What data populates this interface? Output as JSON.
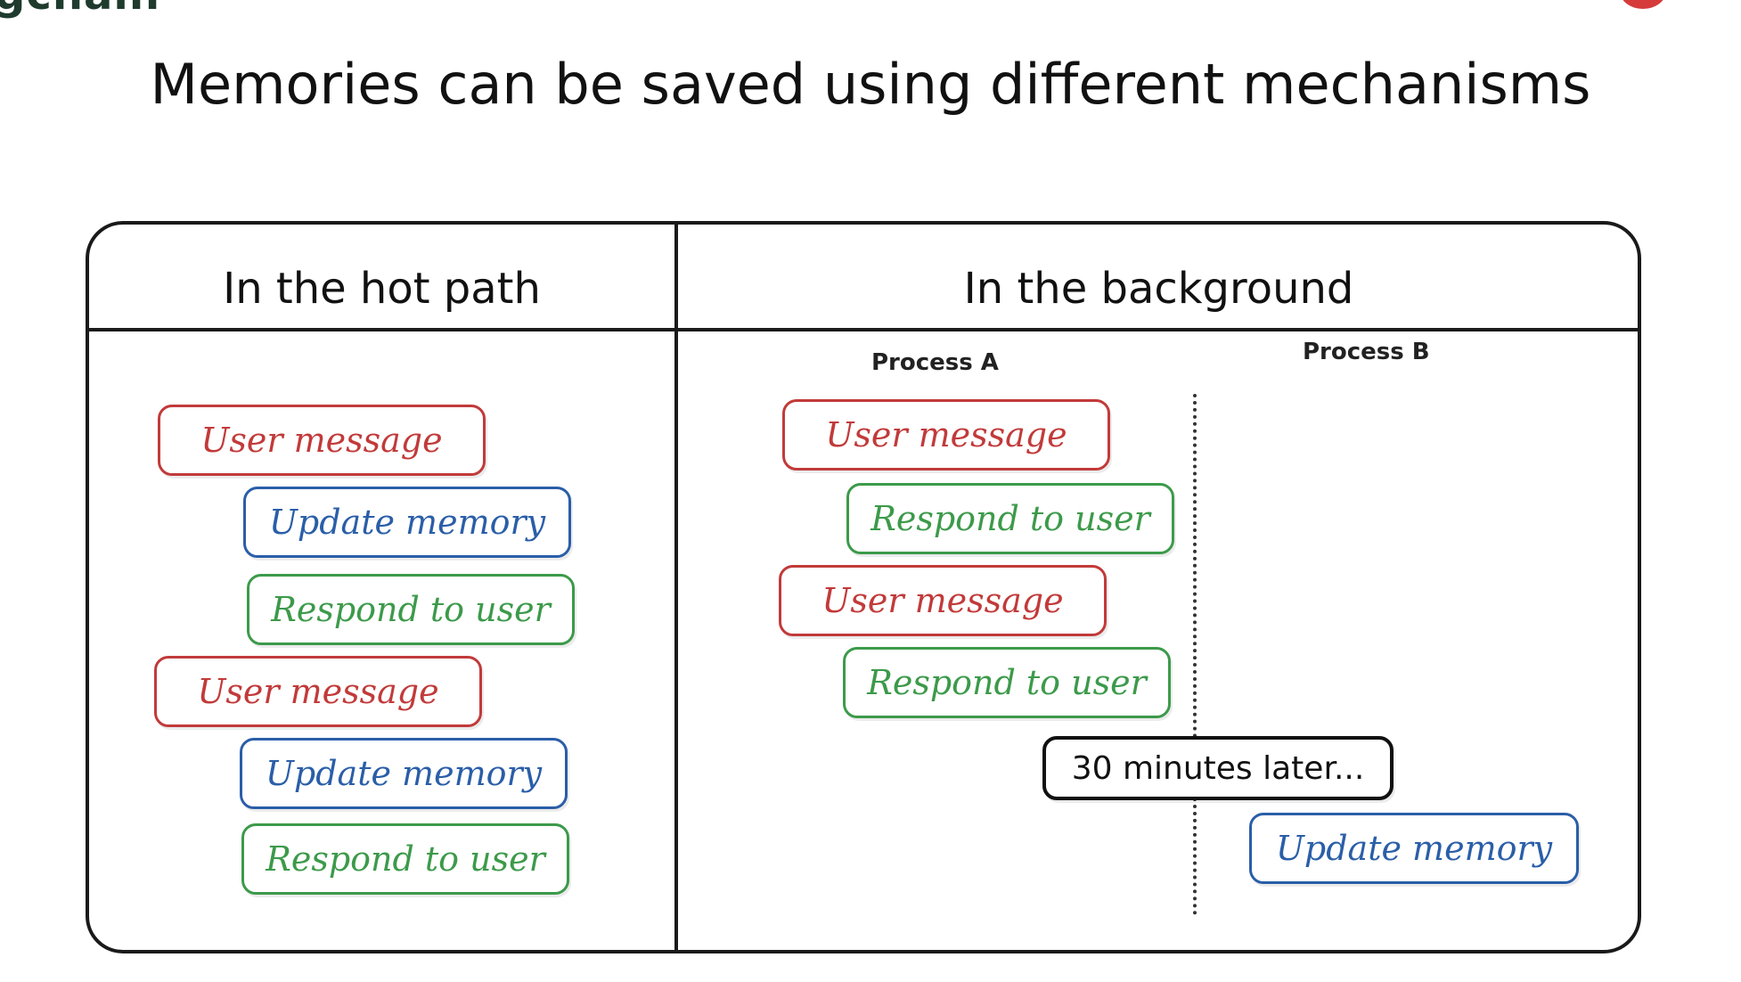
{
  "brand": {
    "partial_text": "gchain"
  },
  "title": "Memories can be saved using different mechanisms",
  "columns": {
    "left": {
      "title": "In the hot path"
    },
    "right": {
      "title": "In the background"
    }
  },
  "process_labels": {
    "a": "Process A",
    "b": "Process B"
  },
  "colors": {
    "user_message": "#c23a3a",
    "update_memory": "#2a5ea8",
    "respond_to_user": "#3c9a4a",
    "timeline": "#333333"
  },
  "hot_path": [
    {
      "label": "User message",
      "color": "red"
    },
    {
      "label": "Update memory",
      "color": "blue"
    },
    {
      "label": "Respond to user",
      "color": "green"
    },
    {
      "label": "User message",
      "color": "red"
    },
    {
      "label": "Update memory",
      "color": "blue"
    },
    {
      "label": "Respond to user",
      "color": "green"
    }
  ],
  "background": {
    "process_a": [
      {
        "label": "User message",
        "color": "red"
      },
      {
        "label": "Respond to user",
        "color": "green"
      },
      {
        "label": "User message",
        "color": "red"
      },
      {
        "label": "Respond to user",
        "color": "green"
      }
    ],
    "delay_label": "30 minutes later...",
    "process_b": [
      {
        "label": "Update memory",
        "color": "blue"
      }
    ]
  }
}
